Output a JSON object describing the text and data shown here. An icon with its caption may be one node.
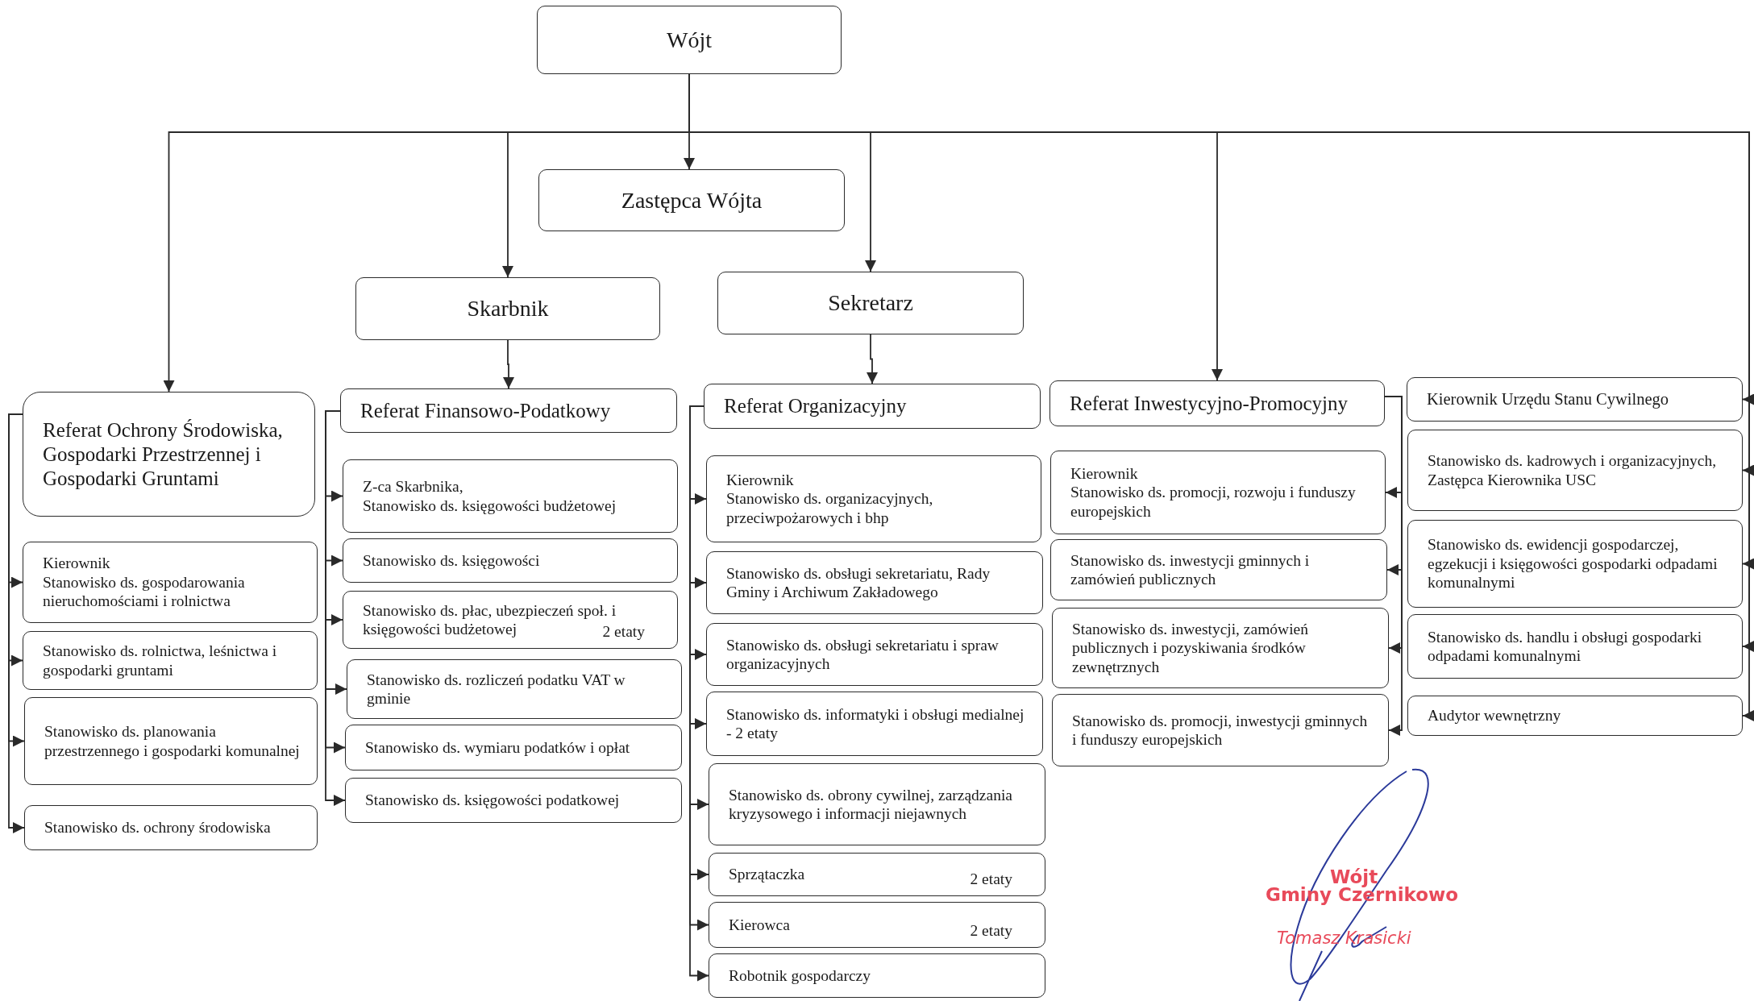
{
  "diagram": {
    "nodes": [
      {
        "text": [
          "Wójt"
        ]
      },
      {
        "text": [
          "Zastępca Wójta"
        ]
      },
      {
        "text": [
          "Skarbnik"
        ]
      },
      {
        "text": [
          "Sekretarz"
        ]
      },
      {
        "text": [
          "Referat Ochrony Środowiska, Gospodarki Przestrzennej i Gospodarki Gruntami"
        ]
      },
      {
        "text": [
          "Referat Finansowo-Podatkowy"
        ]
      },
      {
        "text": [
          "Referat Organizacyjny"
        ]
      },
      {
        "text": [
          "Referat Inwestycyjno-Promocyjny"
        ]
      },
      {
        "text": [
          "Kierownik Urzędu Stanu Cywilnego"
        ]
      },
      {
        "text": [
          "Kierownik",
          "Stanowisko ds. gospodarowania nieruchomościami i rolnictwa"
        ]
      },
      {
        "text": [
          "Stanowisko ds. rolnictwa, leśnictwa i gospodarki gruntami"
        ]
      },
      {
        "text": [
          "Stanowisko ds. planowania przestrzennego i gospodarki komunalnej"
        ]
      },
      {
        "text": [
          "Stanowisko ds. ochrony środowiska"
        ]
      },
      {
        "text": [
          "Z-ca Skarbnika,",
          "Stanowisko ds. księgowości budżetowej"
        ]
      },
      {
        "text": [
          "Stanowisko ds. księgowości"
        ]
      },
      {
        "text": [
          "Stanowisko ds. płac, ubezpieczeń społ. i księgowości budżetowej",
          "2 etaty"
        ]
      },
      {
        "text": [
          "Stanowisko ds. rozliczeń podatku VAT w gminie"
        ]
      },
      {
        "text": [
          "Stanowisko ds. wymiaru podatków i opłat"
        ]
      },
      {
        "text": [
          "Stanowisko ds. księgowości podatkowej"
        ]
      },
      {
        "text": [
          "Kierownik",
          "Stanowisko ds. organizacyjnych, przeciwpożarowych i bhp"
        ]
      },
      {
        "text": [
          "Stanowisko ds. obsługi sekretariatu, Rady Gminy i Archiwum Zakładowego"
        ]
      },
      {
        "text": [
          "Stanowisko ds. obsługi sekretariatu i spraw organizacyjnych"
        ]
      },
      {
        "text": [
          "Stanowisko ds. informatyki i obsługi medialnej - 2 etaty"
        ]
      },
      {
        "text": [
          "Stanowisko ds. obrony cywilnej, zarządzania kryzysowego i informacji niejawnych"
        ]
      },
      {
        "text": [
          "Sprzątaczka",
          "2 etaty"
        ]
      },
      {
        "text": [
          "Kierowca",
          "2 etaty"
        ]
      },
      {
        "text": [
          "Robotnik gospodarczy"
        ]
      },
      {
        "text": [
          "Kierownik",
          "Stanowisko ds. promocji, rozwoju i funduszy europejskich"
        ]
      },
      {
        "text": [
          "Stanowisko ds. inwestycji gminnych i zamówień publicznych"
        ]
      },
      {
        "text": [
          "Stanowisko ds. inwestycji, zamówień publicznych i pozyskiwania środków zewnętrznych"
        ]
      },
      {
        "text": [
          "Stanowisko ds. promocji, inwestycji gminnych i funduszy europejskich"
        ]
      },
      {
        "text": [
          "Stanowisko ds. kadrowych i organizacyjnych, Zastępca Kierownika USC"
        ]
      },
      {
        "text": [
          "Stanowisko ds. ewidencji gospodarczej, egzekucji i księgowości gospodarki odpadami komunalnymi"
        ]
      },
      {
        "text": [
          "Stanowisko ds. handlu i obsługi gospodarki odpadami komunalnymi"
        ]
      },
      {
        "text": [
          "Audytor wewnętrzny"
        ]
      }
    ],
    "edges": [
      {
        "from": 0,
        "to": 1,
        "arrow": "to"
      },
      {
        "from": 0,
        "to": 2,
        "arrow": "to"
      },
      {
        "from": 0,
        "to": 3,
        "arrow": "to"
      },
      {
        "from": 0,
        "to": 4,
        "arrow": "to"
      },
      {
        "from": 0,
        "to": 7,
        "arrow": "to"
      },
      {
        "from": 0,
        "to": 8,
        "arrow": "to"
      },
      {
        "from": 0,
        "to": 31,
        "arrow": "to"
      },
      {
        "from": 0,
        "to": 32,
        "arrow": "to"
      },
      {
        "from": 0,
        "to": 33,
        "arrow": "to"
      },
      {
        "from": 0,
        "to": 34,
        "arrow": "to"
      },
      {
        "from": 2,
        "to": 5,
        "arrow": "to"
      },
      {
        "from": 3,
        "to": 6,
        "arrow": "to"
      },
      {
        "from": 4,
        "to": 9,
        "arrow": "to"
      },
      {
        "from": 4,
        "to": 10,
        "arrow": "to"
      },
      {
        "from": 4,
        "to": 11,
        "arrow": "to"
      },
      {
        "from": 4,
        "to": 12,
        "arrow": "to"
      },
      {
        "from": 5,
        "to": 13,
        "arrow": "to"
      },
      {
        "from": 5,
        "to": 14,
        "arrow": "to"
      },
      {
        "from": 5,
        "to": 15,
        "arrow": "to"
      },
      {
        "from": 5,
        "to": 16,
        "arrow": "to"
      },
      {
        "from": 5,
        "to": 17,
        "arrow": "to"
      },
      {
        "from": 5,
        "to": 18,
        "arrow": "to"
      },
      {
        "from": 6,
        "to": 19,
        "arrow": "to"
      },
      {
        "from": 6,
        "to": 20,
        "arrow": "to"
      },
      {
        "from": 6,
        "to": 21,
        "arrow": "to"
      },
      {
        "from": 6,
        "to": 22,
        "arrow": "to"
      },
      {
        "from": 6,
        "to": 23,
        "arrow": "to"
      },
      {
        "from": 6,
        "to": 24,
        "arrow": "to"
      },
      {
        "from": 6,
        "to": 25,
        "arrow": "to"
      },
      {
        "from": 6,
        "to": 26,
        "arrow": "to"
      },
      {
        "from": 7,
        "to": 27,
        "arrow": "to"
      },
      {
        "from": 7,
        "to": 28,
        "arrow": "to"
      },
      {
        "from": 7,
        "to": 29,
        "arrow": "to"
      },
      {
        "from": 7,
        "to": 30,
        "arrow": "to"
      }
    ],
    "labels": [
      "Wójt",
      "Gminy Czernikowo",
      "Tomasz Krasicki"
    ]
  }
}
